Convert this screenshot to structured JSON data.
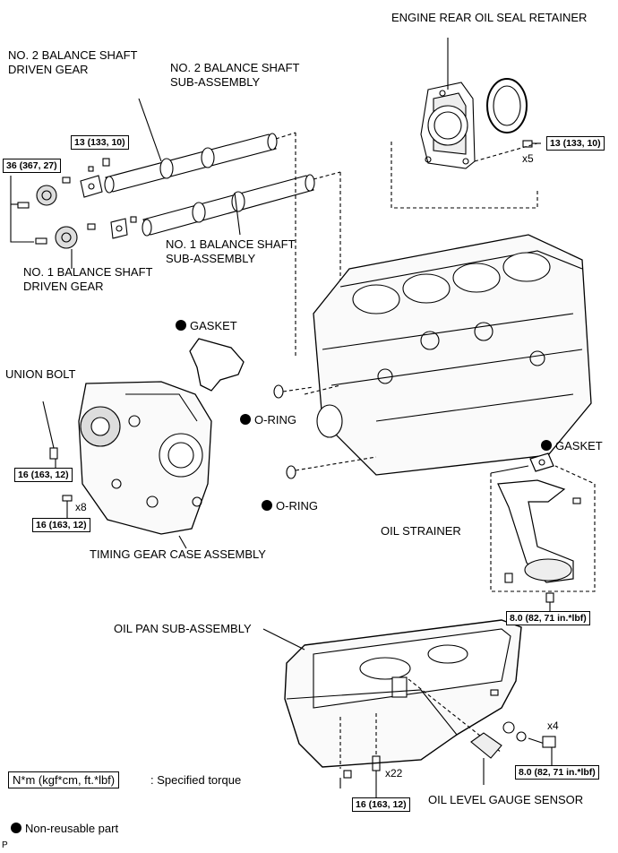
{
  "labels": {
    "rear_seal": "ENGINE REAR OIL SEAL RETAINER",
    "no2_gear_1": "NO. 2 BALANCE SHAFT",
    "no2_gear_2": "DRIVEN GEAR",
    "no2_shaft_1": "NO. 2 BALANCE SHAFT",
    "no2_shaft_2": "SUB-ASSEMBLY",
    "no1_shaft_1": "NO. 1 BALANCE SHAFT",
    "no1_shaft_2": "SUB-ASSEMBLY",
    "no1_gear_1": "NO. 1 BALANCE SHAFT",
    "no1_gear_2": "DRIVEN GEAR",
    "gasket_top": "GASKET",
    "union_bolt": "UNION BOLT",
    "oring_1": "O-RING",
    "oring_2": "O-RING",
    "gasket_right": "GASKET",
    "oil_strainer": "OIL STRAINER",
    "timing_case": "TIMING GEAR CASE ASSEMBLY",
    "oil_pan": "OIL PAN SUB-ASSEMBLY",
    "gauge_sensor": "OIL LEVEL GAUGE SENSOR"
  },
  "torques": {
    "t_13a": "13 (133, 10)",
    "t_13b": "13 (133, 10)",
    "t_36": "36 (367, 27)",
    "t_16a": "16 (163, 12)",
    "t_16b": "16 (163, 12)",
    "t_80a": "8.0 (82, 71 in.*lbf)",
    "t_80b": "8.0 (82, 71 in.*lbf)",
    "t_16c": "16 (163, 12)"
  },
  "counts": {
    "x5": "x5",
    "x8": "x8",
    "x4": "x4",
    "x22": "x22"
  },
  "legend": {
    "torque_box": "N*m (kgf*cm, ft.*lbf)",
    "torque_text": ": Specified torque",
    "nonreusable": "Non-reusable part"
  },
  "corner_mark": "P"
}
